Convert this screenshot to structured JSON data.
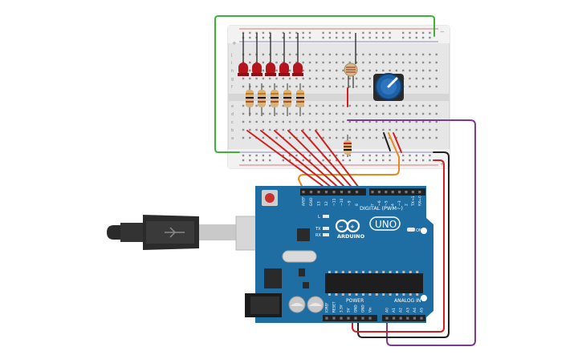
{
  "board": {
    "brand": "ARDUINO",
    "model": "UNO",
    "digital_label": "DIGITAL (PWM~)",
    "power_label": "POWER",
    "analog_label": "ANALOG IN",
    "on_label": "ON",
    "led_l": "L",
    "led_tx": "TX",
    "led_rx": "RX",
    "digital_pins": [
      "AREF",
      "GND",
      "13",
      "12",
      "~11",
      "~10",
      "~9",
      "8",
      "7",
      "~6",
      "~5",
      "4",
      "~3",
      "2",
      "TX→1",
      "RX←0"
    ],
    "power_pins": [
      "IOREF",
      "RESET",
      "3.3V",
      "5V",
      "GND",
      "GND",
      "Vin"
    ],
    "analog_pins": [
      "A0",
      "A1",
      "A2",
      "A3",
      "A4",
      "A5"
    ]
  },
  "breadboard": {
    "row_letters_top": [
      "j",
      "i",
      "h",
      "g",
      "f"
    ],
    "row_letters_bottom": [
      "e",
      "d",
      "c",
      "b",
      "a"
    ],
    "rail_plus": "+",
    "rail_minus": "−"
  },
  "colors": {
    "board": "#1e6ea3",
    "board_dark": "#155a87",
    "breadboard": "#e8e8e8",
    "wire_red": "#d11f1f",
    "wire_green": "#3bb33b",
    "wire_black": "#222222",
    "wire_purple": "#7b3a95",
    "wire_orange": "#e8891c",
    "led": "#b5141b"
  },
  "components": {
    "leds": 5,
    "resistors": 6,
    "photoresistor": "ldr-icon",
    "potentiometer": "knob-icon",
    "usb": "usb-plug-icon"
  }
}
